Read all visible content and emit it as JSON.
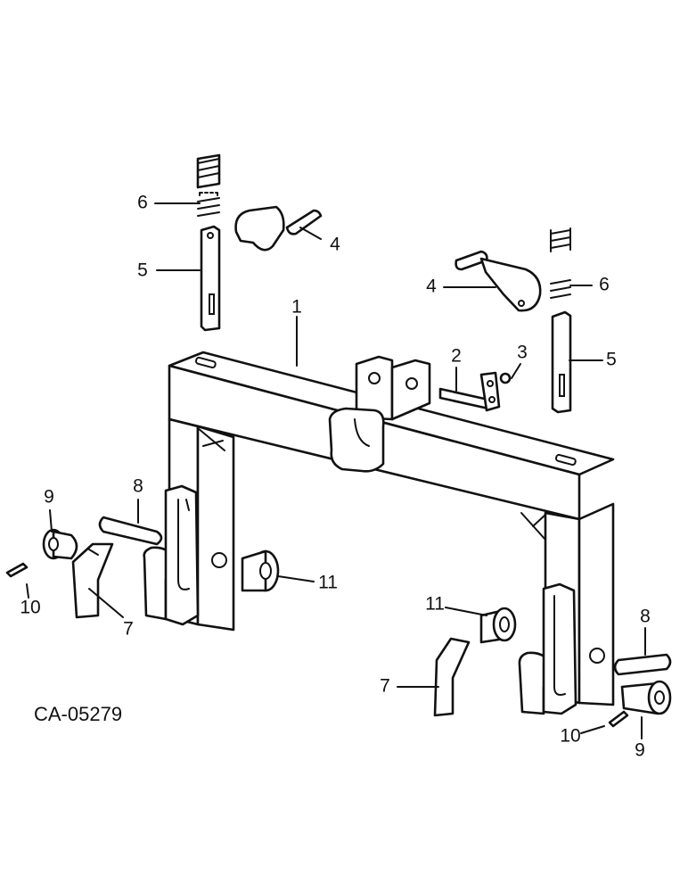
{
  "figure_id": "CA-05279",
  "callouts": [
    {
      "label": "1"
    },
    {
      "label": "2"
    },
    {
      "label": "3"
    },
    {
      "label": "4"
    },
    {
      "label": "4"
    },
    {
      "label": "5"
    },
    {
      "label": "5"
    },
    {
      "label": "6"
    },
    {
      "label": "6"
    },
    {
      "label": "7"
    },
    {
      "label": "7"
    },
    {
      "label": "8"
    },
    {
      "label": "8"
    },
    {
      "label": "9"
    },
    {
      "label": "9"
    },
    {
      "label": "10"
    },
    {
      "label": "10"
    },
    {
      "label": "11"
    },
    {
      "label": "11"
    }
  ]
}
